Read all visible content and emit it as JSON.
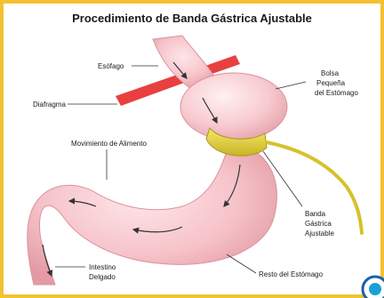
{
  "title": "Procedimiento de Banda Gástrica Ajustable",
  "labels": {
    "esofago": "Esófago",
    "diafragma": "Diafragma",
    "movimiento": "Movimiento de Alimento",
    "bolsa": [
      "Bolsa",
      "Pequeña",
      "del Estómago"
    ],
    "banda": [
      "Banda",
      "Gástrica",
      "Ajustable"
    ],
    "intestino": [
      "Intestino",
      "Delgado"
    ],
    "resto": "Resto del Estómago"
  },
  "colors": {
    "border": "#f2c230",
    "stomach": "#f6c3c9",
    "band": "#e2d13a",
    "diaphragm": "#e8403f"
  }
}
